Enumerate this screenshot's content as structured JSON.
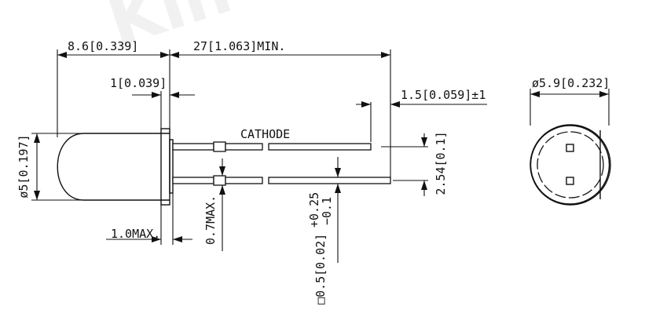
{
  "watermark": "Kin",
  "dimensions": {
    "body_length": "8.6[0.339]",
    "lead_length": "27[1.063]MIN.",
    "flange_thickness": "1[0.039]",
    "lead_offset": "1.5[0.059]±1",
    "flange_diameter": "ø5.9[0.232]",
    "body_diameter": "ø5[0.197]",
    "lead_spacing": "2.54[0.1]",
    "stand_off": "1.0MAX.",
    "lead_bend": "0.7MAX.",
    "lead_square": "□0.5[0.02]",
    "lead_square_tol_plus": "+0.25",
    "lead_square_tol_minus": "−0.1"
  },
  "labels": {
    "cathode": "CATHODE"
  }
}
